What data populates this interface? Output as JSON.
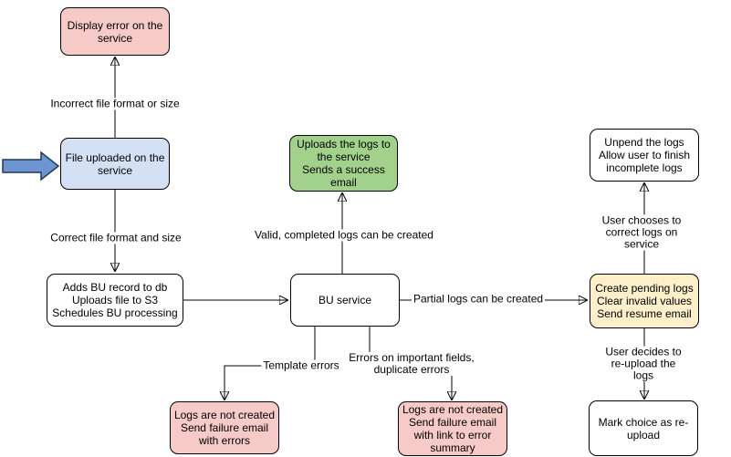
{
  "diagram": {
    "type": "flowchart",
    "background": "#ffffff",
    "nodes": {
      "display_error": {
        "text": "Display error on the\nservice",
        "fill": "#f5cac7"
      },
      "file_uploaded": {
        "text": "File uploaded on the\nservice",
        "fill": "#d4e1f5"
      },
      "adds_bu_record": {
        "text": "Adds BU record to db\nUploads file to S3\nSchedules BU processing",
        "fill": "#ffffff"
      },
      "uploads_logs": {
        "text": "Uploads the logs to\nthe service\nSends a success\nemail",
        "fill": "#a2d18c"
      },
      "bu_service": {
        "text": "BU service",
        "fill": "#ffffff"
      },
      "unpend_logs": {
        "text": "Unpend the logs\nAllow user to finish\nincomplete logs",
        "fill": "#ffffff"
      },
      "create_pending_logs": {
        "text": "Create pending logs\nClear invalid values\nSend resume email",
        "fill": "#fcefca"
      },
      "logs_not_created_errors": {
        "text": "Logs are not created\nSend failure email\nwith errors",
        "fill": "#f5cac7"
      },
      "logs_not_created_summary": {
        "text": "Logs are not created\nSend failure email\nwith link to error\nsummary",
        "fill": "#f5cac7"
      },
      "mark_reupload": {
        "text": "Mark choice as re-\nupload",
        "fill": "#ffffff"
      }
    },
    "edge_labels": {
      "incorrect_file": "Incorrect file format or size",
      "correct_file": "Correct file format and size",
      "valid_logs": "Valid, completed logs can be created",
      "partial_logs": "Partial logs can be created",
      "user_chooses": "User chooses to correct logs on service",
      "user_decides": "User decides to re-upload the logs",
      "template_errors": "Template errors",
      "field_errors": "Errors on important fields,\nduplicate errors"
    },
    "colors": {
      "node_border": "#000000",
      "edge_stroke": "#000000",
      "pink": "#f5cac7",
      "blue": "#d4e1f5",
      "green": "#a2d18c",
      "yellow": "#fcefca",
      "white": "#ffffff",
      "entry_arrow_fill": "#6d95d3"
    }
  }
}
